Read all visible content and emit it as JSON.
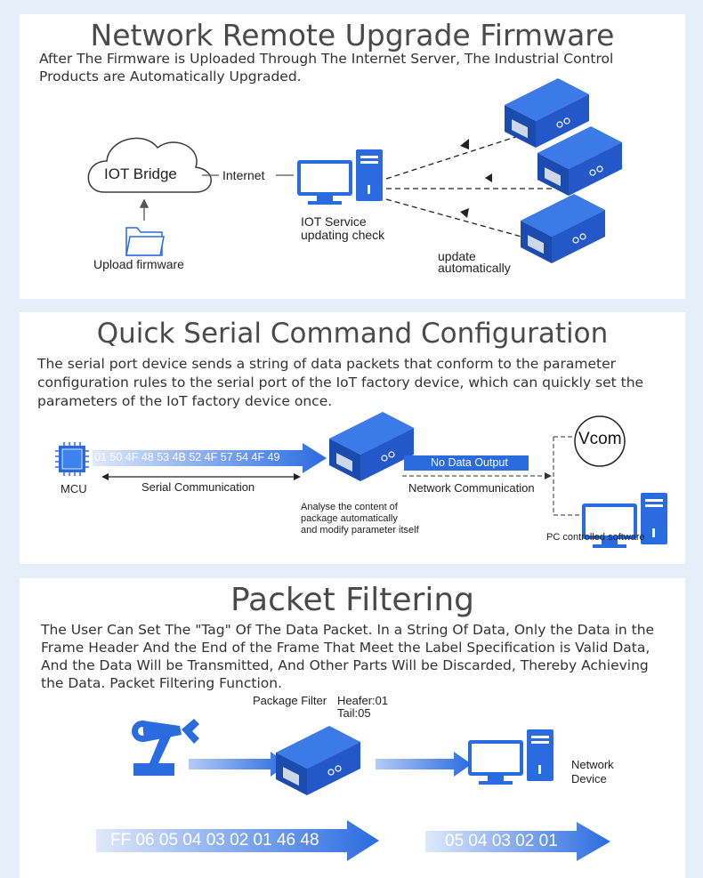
{
  "section1": {
    "title": "Network Remote Upgrade Firmware",
    "desc": "After The Firmware is Uploaded Through The Internet Server, The Industrial Control Products are Automatically Upgraded.",
    "cloud_label": "IOT Bridge",
    "internet_label": "Internet",
    "upload_label": "Upload firmware",
    "service_label_1": "IOT Service",
    "service_label_2": "updating check",
    "update_label_1": "update",
    "update_label_2": "automatically"
  },
  "section2": {
    "title": "Quick Serial Command Configuration",
    "desc": "The serial port device sends a string of data packets that conform to the parameter configuration rules to the serial port of the IoT factory device, which can quickly set the parameters of the IoT factory device once.",
    "mcu_label": "MCU",
    "hex_data": "01 50 4F 48 53 4B 52 4F 57 54 4F 49",
    "serial_label": "Serial Communication",
    "analyse_1": "Analyse the content of",
    "analyse_2": "package automatically",
    "analyse_3": "and modify parameter itself",
    "no_data_label": "No Data Output",
    "network_label": "Network Communication",
    "vcom_label": "Vcom",
    "pc_label": "PC controlled software"
  },
  "section3": {
    "title": "Packet Filtering",
    "desc": "The User Can Set The \"Tag\" Of The Data Packet. In a String Of Data, Only the Data in the Frame Header And the End of the Frame That Meet the Label Specification is Valid Data, And the Data Will be Transmitted, And Other Parts Will be Discarded, Thereby Achieving the Data. Packet Filtering Function.",
    "filter_label": "Package Filter",
    "header_label": "Heafer:01",
    "tail_label": "Tail:05",
    "network_device_1": "Network",
    "network_device_2": "Device",
    "input_data": "FF 06 05 04 03 02 01 46 48",
    "output_data": "05 04 03 02 01"
  },
  "colors": {
    "page_bg": "#e6eef8",
    "panel_bg": "#ffffff",
    "blue": "#2a6be0",
    "dark_blue": "#1d4fb8",
    "title_gray": "#4a4a4a"
  },
  "icons": [
    "cloud-icon",
    "folder-icon",
    "server-computer-icon",
    "device-box-icon",
    "chip-icon",
    "robot-arm-icon",
    "vcom-circle-icon"
  ]
}
